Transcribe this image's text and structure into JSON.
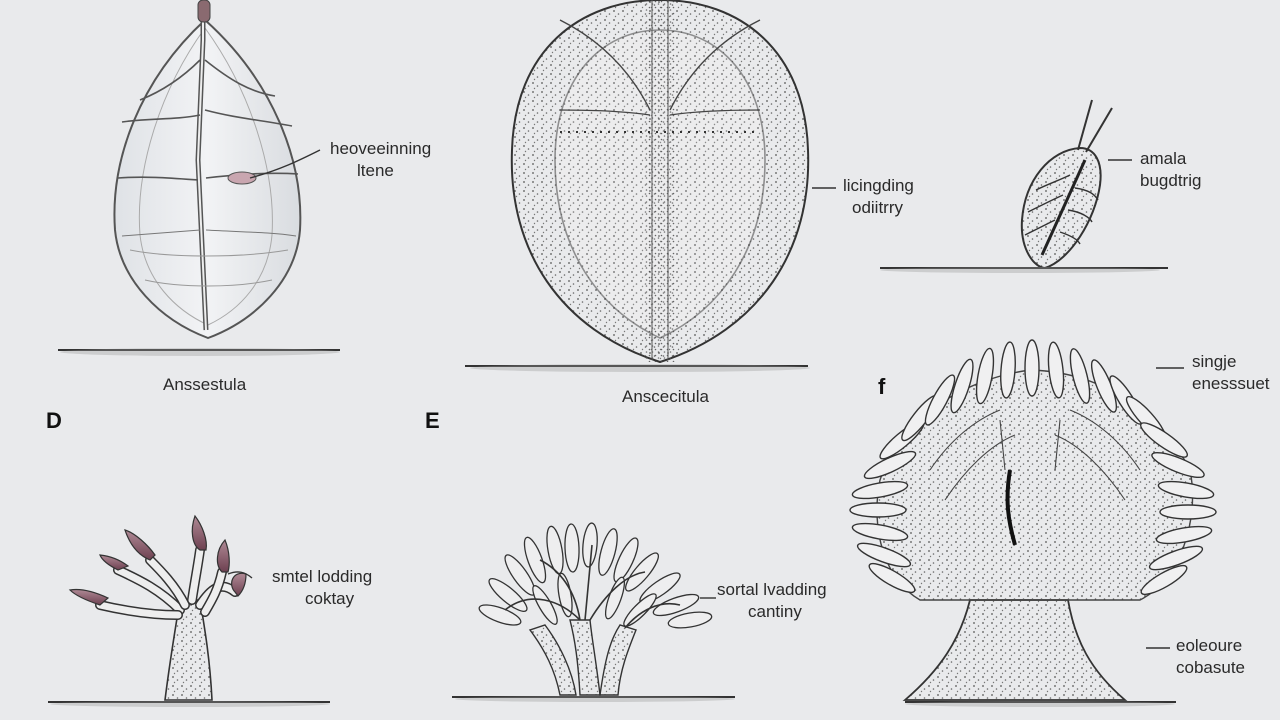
{
  "panels": {
    "a": {
      "caption": "Anssestula",
      "callout": {
        "line1": "heoveeinning",
        "line2": "ltene"
      }
    },
    "b": {
      "caption": "Anscecitula",
      "callout": {
        "line1": "licingding",
        "line2": "odiitrry"
      }
    },
    "c": {
      "callout": {
        "line1": "amala",
        "line2": "bugdtrig"
      }
    },
    "d": {
      "letter": "D",
      "callout": {
        "line1": "smtel lodding",
        "line2": "coktay"
      }
    },
    "e": {
      "letter": "E",
      "callout": {
        "line1": "sortal lvadding",
        "line2": "cantiny"
      }
    },
    "f": {
      "letter": "f",
      "callout_top": {
        "line1": "singje",
        "line2": "enesssuet"
      },
      "callout_bottom": {
        "line1": "eoleoure",
        "line2": "cobasute"
      }
    }
  },
  "colors": {
    "background": "#e9eaec",
    "ink": "#2a2a2a",
    "accent_tip": "#8a5a6a"
  }
}
